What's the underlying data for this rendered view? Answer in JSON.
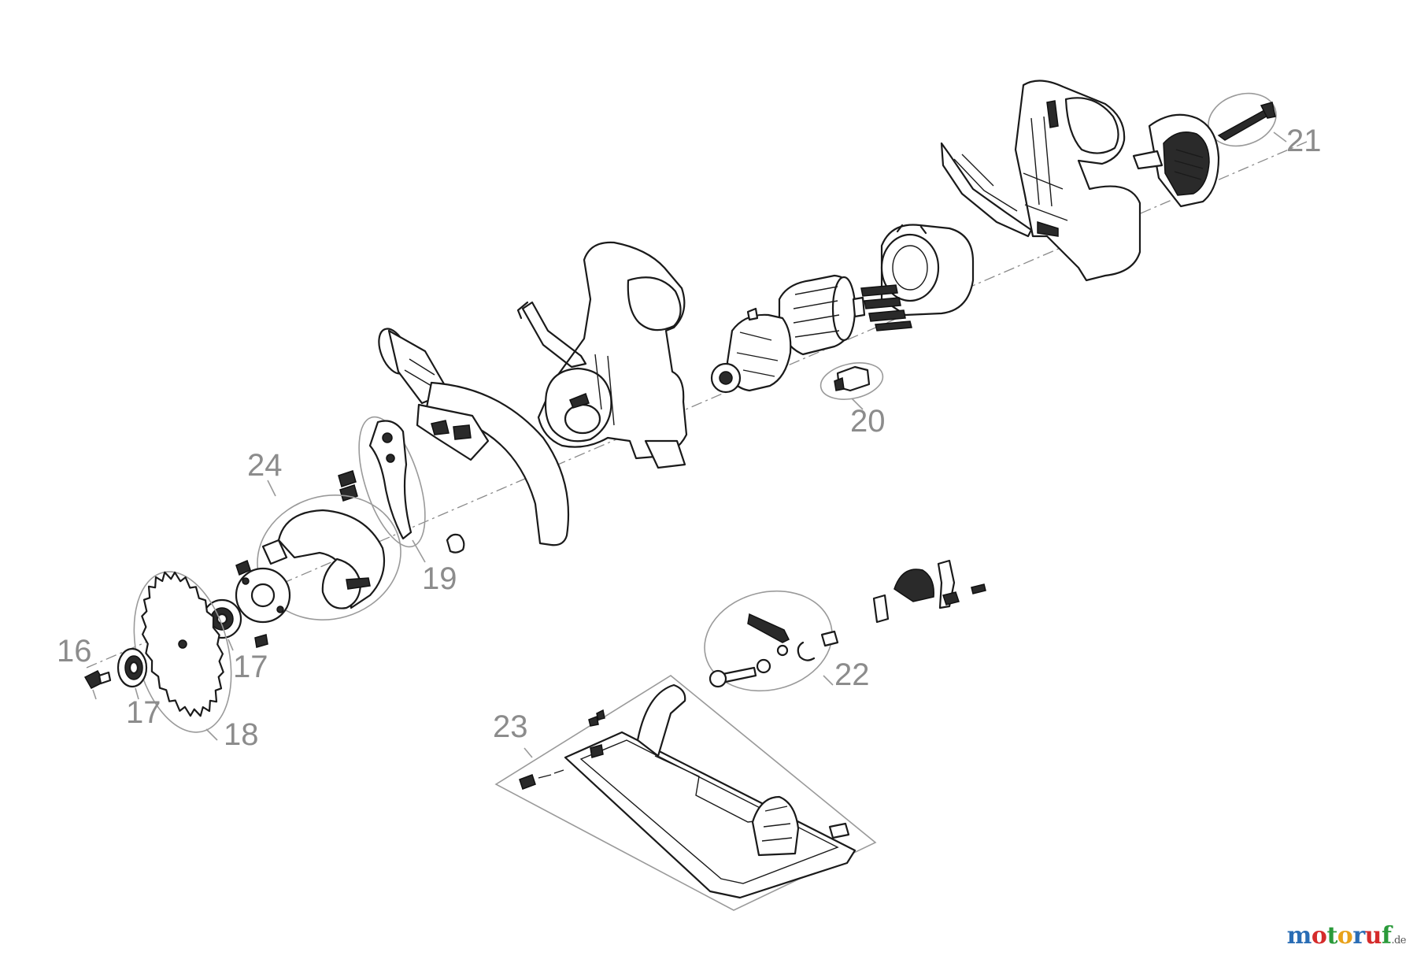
{
  "diagram": {
    "callouts": {
      "c16": "16",
      "c17a": "17",
      "c17b": "17",
      "c18": "18",
      "c19": "19",
      "c20": "20",
      "c21": "21",
      "c22": "22",
      "c23": "23",
      "c24": "24"
    }
  },
  "watermark": {
    "letters": [
      "m",
      "o",
      "t",
      "o",
      "r",
      "u",
      "f"
    ],
    "colors": [
      "#2a6db5",
      "#d52b2b",
      "#2a9a3a",
      "#e8a21b",
      "#2a6db5",
      "#d52b2b",
      "#2a9a3a"
    ],
    "tld": ".de"
  }
}
